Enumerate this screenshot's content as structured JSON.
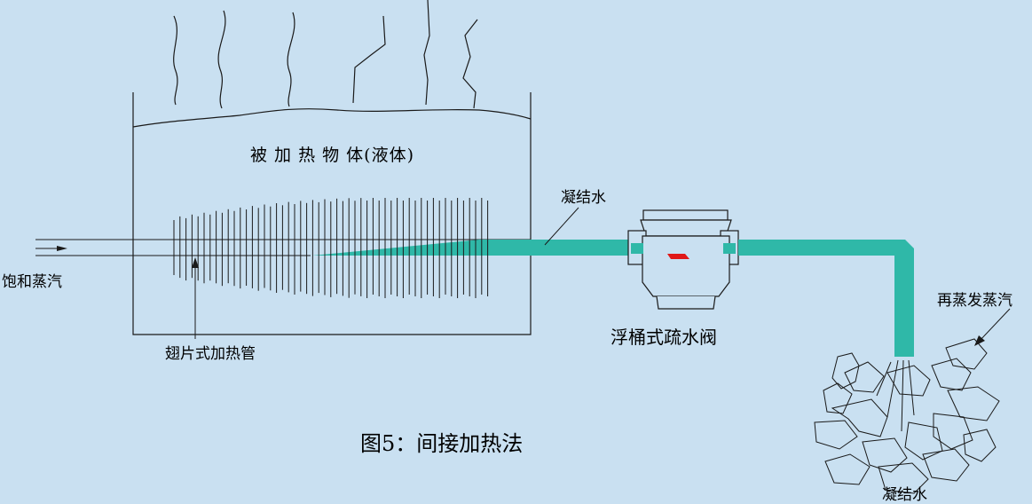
{
  "labels": {
    "heated_object": "被 加 热 物 体(液体)",
    "saturated_steam": "饱和蒸汽",
    "finned_pipe": "翅片式加热管",
    "condensate_top": "凝结水",
    "float_trap": "浮桶式疏水阀",
    "flash_steam": "再蒸发蒸汽",
    "condensate_bottom": "凝结水",
    "caption": "图5：间接加热法"
  },
  "colors": {
    "background": "#c9e0f1",
    "condensate": "#2fb8a8",
    "line": "#1a1a1a",
    "float_mark": "#e01818"
  }
}
